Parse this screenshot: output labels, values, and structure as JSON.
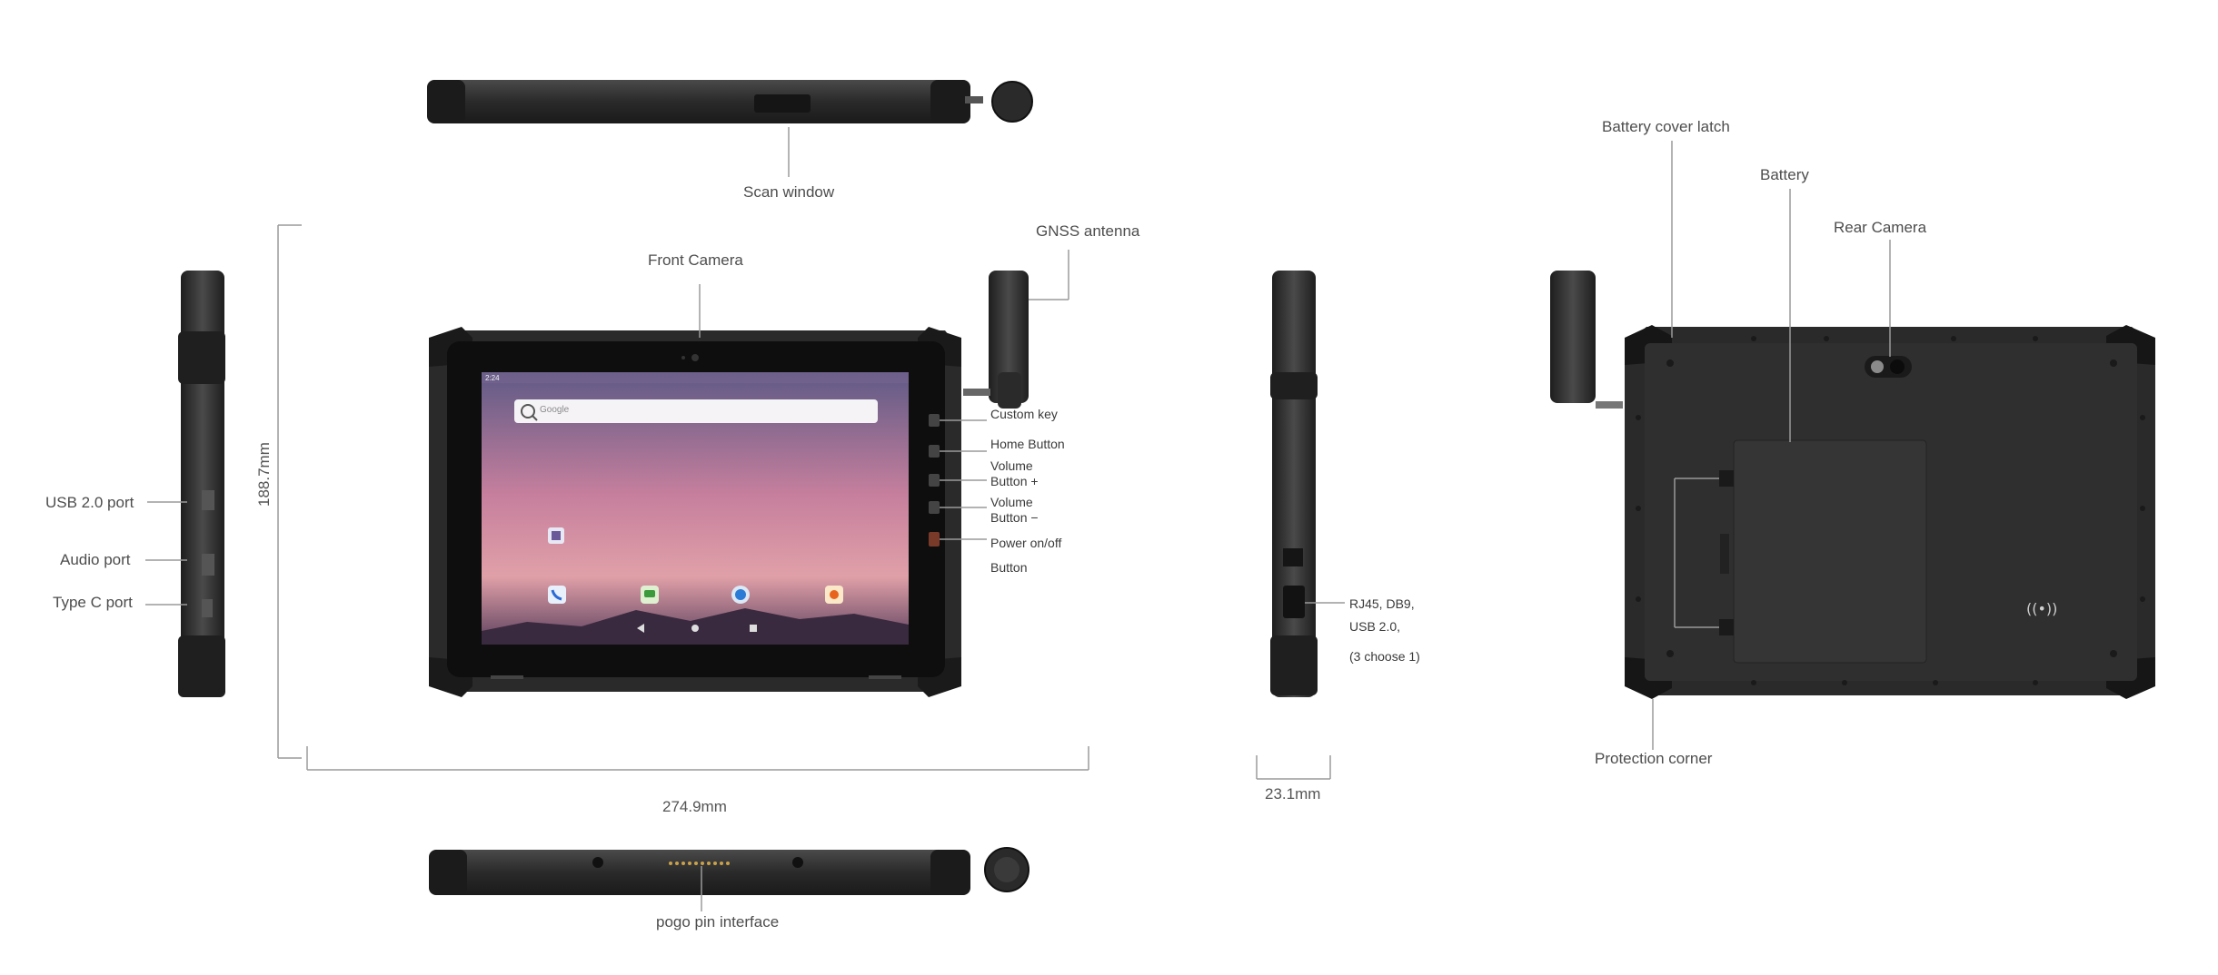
{
  "labels": {
    "scan_window": "Scan window",
    "gnss_antenna": "GNSS antenna",
    "front_camera": "Front Camera",
    "custom_key": "Custom key",
    "home_button": "Home Button",
    "volume_up_line1": "Volume",
    "volume_up_line2": "Button +",
    "volume_down_line1": "Volume",
    "volume_down_line2": "Button −",
    "power_line1": "Power on/off",
    "power_line2": "Button",
    "usb_port": "USB 2.0 port",
    "audio_port": "Audio port",
    "typec_port": "Type C port",
    "height_dim": "188.7mm",
    "width_dim": "274.9mm",
    "depth_dim": "23.1mm",
    "rj45_line1": "RJ45, DB9,",
    "rj45_line2": "USB 2.0,",
    "rj45_line3": "(3 choose 1)",
    "battery_cover_latch": "Battery cover latch",
    "battery": "Battery",
    "rear_camera": "Rear Camera",
    "protection_corner": "Protection corner",
    "pogo_pin": "pogo pin interface"
  },
  "screen": {
    "time": "2:24",
    "search_placeholder": "Google"
  },
  "colors": {
    "device_body": "#2b2b2b",
    "screen_top": "#6b5a8a",
    "screen_mid": "#d58aa0",
    "screen_bottom": "#4a3552",
    "leader_line": "#9a9a9a"
  },
  "icons": [
    "google-search-icon",
    "phone-app-icon",
    "messages-app-icon",
    "browser-app-icon",
    "camera-app-icon",
    "nfc-icon"
  ]
}
